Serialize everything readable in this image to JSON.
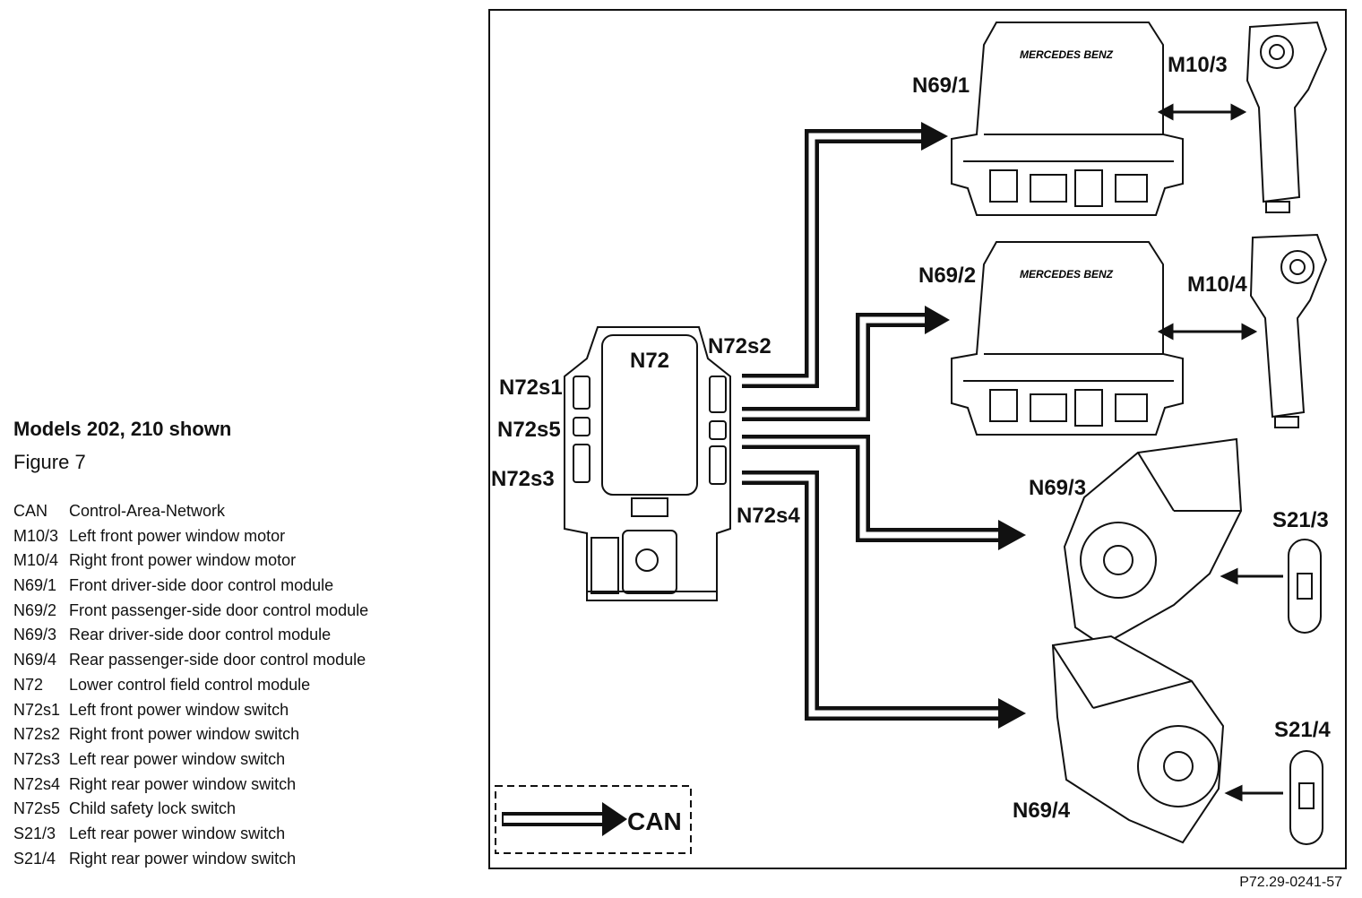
{
  "caption": {
    "title": "Models 202, 210 shown",
    "figure": "Figure 7"
  },
  "legend": [
    {
      "code": "CAN",
      "text": "Control-Area-Network"
    },
    {
      "code": "M10/3",
      "text": "Left front power window motor"
    },
    {
      "code": "M10/4",
      "text": "Right front power window motor"
    },
    {
      "code": "N69/1",
      "text": "Front driver-side door control module"
    },
    {
      "code": "N69/2",
      "text": "Front passenger-side door control module"
    },
    {
      "code": "N69/3",
      "text": "Rear driver-side door control module"
    },
    {
      "code": "N69/4",
      "text": "Rear passenger-side door control module"
    },
    {
      "code": "N72",
      "text": "Lower control field control module"
    },
    {
      "code": "N72s1",
      "text": "Left front power window switch"
    },
    {
      "code": "N72s2",
      "text": "Right front power window switch"
    },
    {
      "code": "N72s3",
      "text": "Left rear power window switch"
    },
    {
      "code": "N72s4",
      "text": "Right rear power window switch"
    },
    {
      "code": "N72s5",
      "text": "Child safety lock switch"
    },
    {
      "code": "S21/3",
      "text": "Left rear power window switch"
    },
    {
      "code": "S21/4",
      "text": "Right rear power window switch"
    }
  ],
  "diagram": {
    "labels": {
      "n72": "N72",
      "n72s1": "N72s1",
      "n72s2": "N72s2",
      "n72s3": "N72s3",
      "n72s4": "N72s4",
      "n72s5": "N72s5",
      "n69_1": "N69/1",
      "n69_2": "N69/2",
      "n69_3": "N69/3",
      "n69_4": "N69/4",
      "m10_3": "M10/3",
      "m10_4": "M10/4",
      "s21_3": "S21/3",
      "s21_4": "S21/4"
    },
    "brand": "MERCEDES BENZ",
    "key_label": "CAN"
  },
  "figure_code": "P72.29-0241-57"
}
